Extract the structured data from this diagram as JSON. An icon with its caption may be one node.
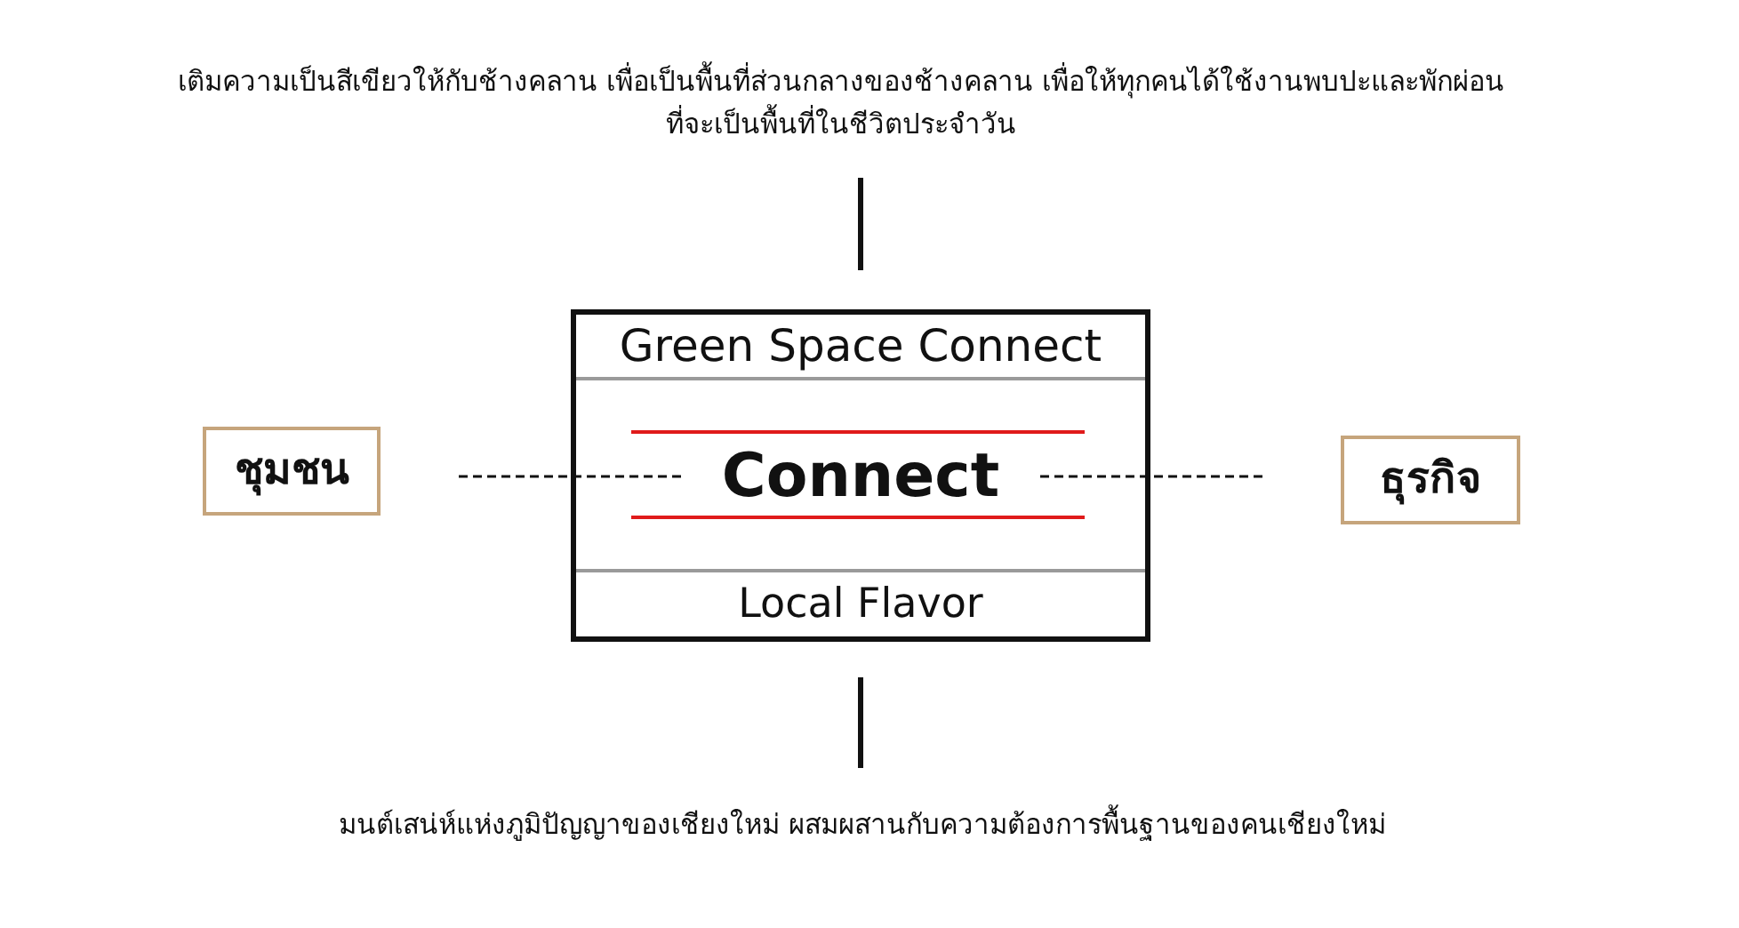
{
  "diagram": {
    "nodes": [
      {
        "text": [
          "เติมความเป็นสีเขียวให้กับช้างคลาน เพื่อเป็นพื้นที่ส่วนกลางของช้างคลาน เพื่อให้ทุกคนได้ใช้งานพบปะและพักผ่อนที่จะเป็นพื้นที่ในชีวิตประจำวัน"
        ]
      },
      {
        "text": [],
        "shape": "box"
      },
      {
        "text": [
          "Green Space Connect"
        ],
        "in": 1
      },
      {
        "text": [
          "Connect"
        ],
        "in": 1
      },
      {
        "text": [
          "Local Flavor"
        ],
        "in": 1
      },
      {
        "text": [
          "ชุมชน"
        ]
      },
      {
        "text": [
          "ธุรกิจ"
        ]
      },
      {
        "text": [
          "มนต์เสน่ห์แห่งภูมิปัญญาของเชียงใหม่ ผสมผสานกับความต้องการพื้นฐานของคนเชียงใหม่"
        ]
      }
    ],
    "edges": [
      {
        "from": 0,
        "to": 1,
        "arrow": "none"
      },
      {
        "from": 5,
        "to": 3,
        "arrow": "none",
        "style": "dashed"
      },
      {
        "from": 3,
        "to": 6,
        "arrow": "none",
        "style": "dashed"
      },
      {
        "from": 1,
        "to": 7,
        "arrow": "none"
      }
    ]
  }
}
